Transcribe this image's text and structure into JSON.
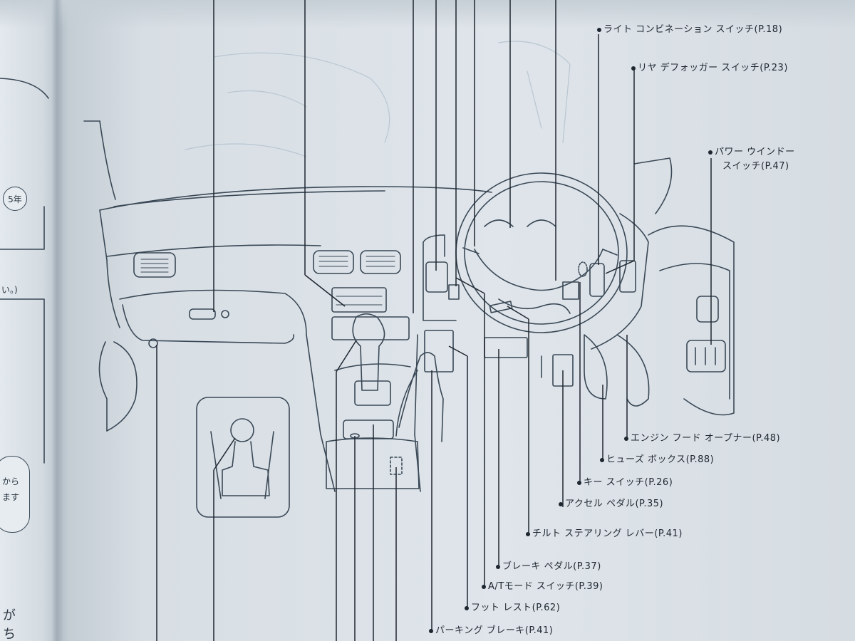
{
  "badge_text": "5年",
  "left_margin": {
    "fragment_1": "い。)",
    "fragment_2": "から",
    "fragment_3": "ます",
    "fragment_4": "が",
    "fragment_5": "ち"
  },
  "callouts": {
    "light_combination": "ライト コンビネーション スイッチ(P.18)",
    "rear_defogger": "リヤ デフォッガー スイッチ(P.23)",
    "power_window_1": "パワー ウインドー",
    "power_window_2": "スイッチ(P.47)",
    "engine_hood": "エンジン フード オープナー(P.48)",
    "fuse_box": "ヒューズ ボックス(P.88)",
    "key_switch": "キー スイッチ(P.26)",
    "accel_pedal": "アクセル ペダル(P.35)",
    "tilt_lever": "チルト ステアリング レバー(P.41)",
    "brake_pedal": "ブレーキ ペダル(P.37)",
    "at_mode": "A/Tモード スイッチ(P.39)",
    "foot_rest": "フット レスト(P.62)",
    "parking_brake": "パーキング ブレーキ(P.41)"
  }
}
